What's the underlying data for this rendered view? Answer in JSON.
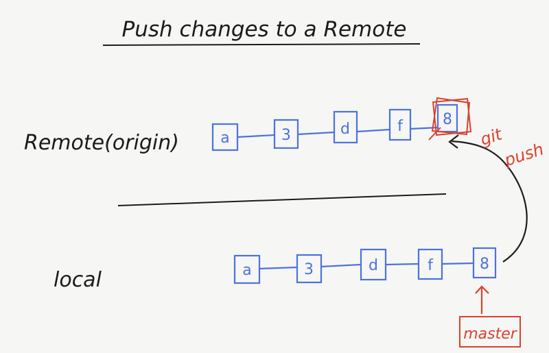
{
  "title": "Push changes to a Remote",
  "remote": {
    "label": "Remote(origin)",
    "commits": [
      "a",
      "3",
      "d",
      "f",
      "8"
    ]
  },
  "local": {
    "label": "local",
    "commits": [
      "a",
      "3",
      "d",
      "f",
      "8"
    ]
  },
  "annotation": {
    "command_line1": "git",
    "command_line2": "push",
    "branch": "master"
  },
  "colors": {
    "ink": "#1b1b1b",
    "commit": "#4a72e0",
    "highlight": "#d9412f",
    "background": "#f6f6f4"
  }
}
